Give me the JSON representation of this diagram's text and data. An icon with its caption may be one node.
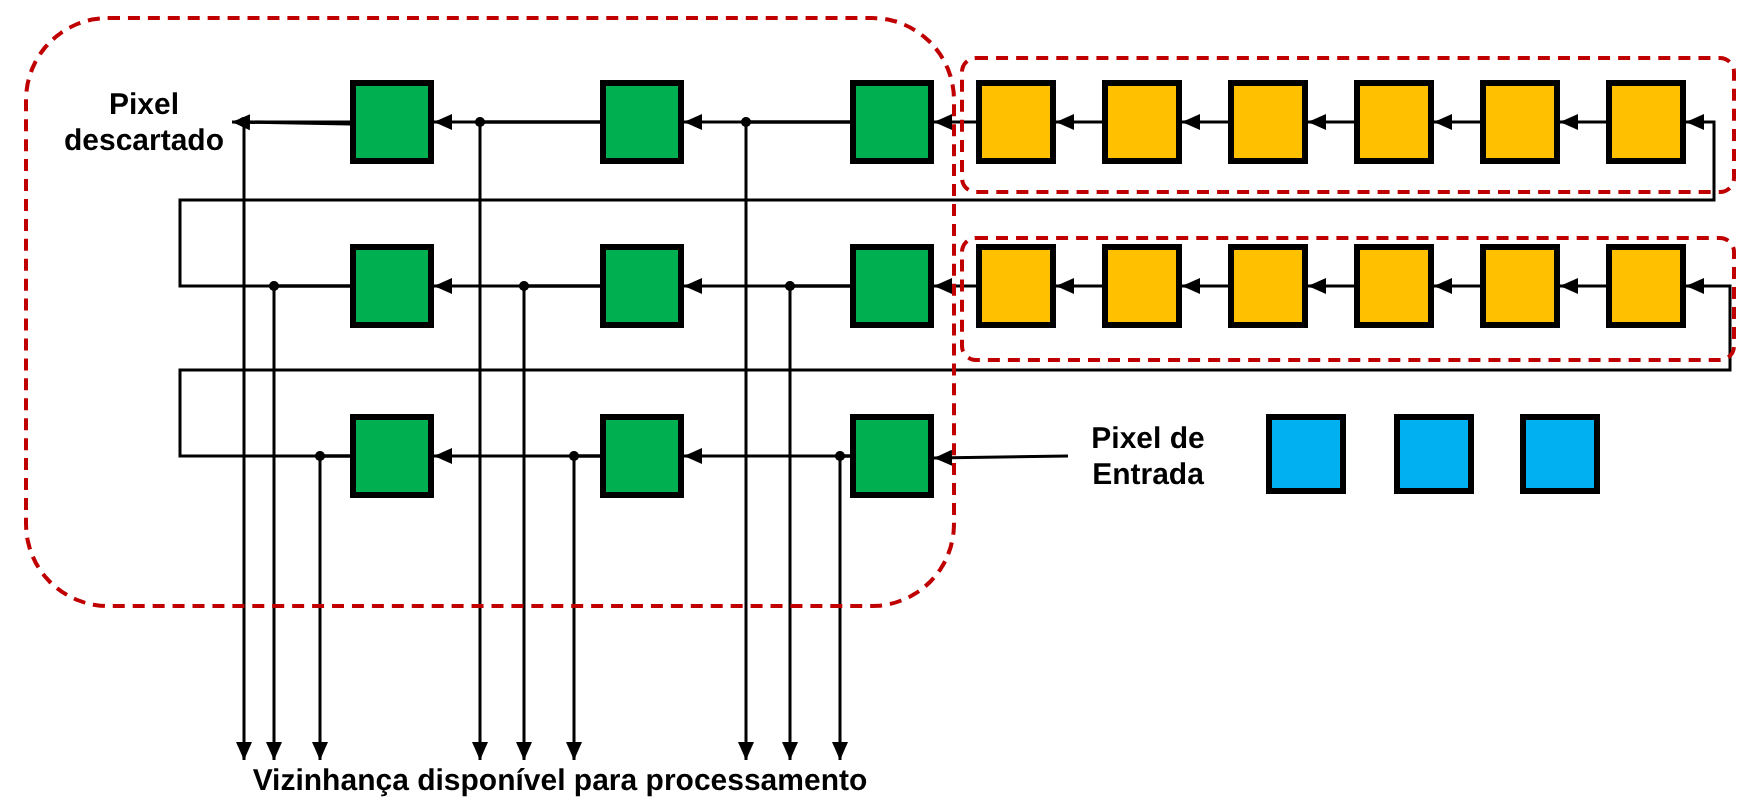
{
  "diagram": {
    "nodes": [
      {
        "text": [],
        "shape": "box"
      },
      {
        "text": [
          "Pixel descartado"
        ],
        "in": 0
      },
      {
        "text": [],
        "shape": "box",
        "in": 0
      },
      {
        "text": [],
        "shape": "box",
        "in": 0
      },
      {
        "text": [],
        "shape": "box",
        "in": 0
      },
      {
        "text": [],
        "shape": "box"
      },
      {
        "text": [],
        "shape": "box",
        "in": 5
      },
      {
        "text": [],
        "shape": "box",
        "in": 5
      },
      {
        "text": [],
        "shape": "box",
        "in": 5
      },
      {
        "text": [],
        "shape": "box",
        "in": 5
      },
      {
        "text": [],
        "shape": "box",
        "in": 5
      },
      {
        "text": [],
        "shape": "box",
        "in": 5
      },
      {
        "text": [],
        "shape": "box",
        "in": 0
      },
      {
        "text": [],
        "shape": "box",
        "in": 0
      },
      {
        "text": [],
        "shape": "box",
        "in": 0
      },
      {
        "text": [],
        "shape": "box"
      },
      {
        "text": [],
        "shape": "box",
        "in": 15
      },
      {
        "text": [],
        "shape": "box",
        "in": 15
      },
      {
        "text": [],
        "shape": "box",
        "in": 15
      },
      {
        "text": [],
        "shape": "box",
        "in": 15
      },
      {
        "text": [],
        "shape": "box",
        "in": 15
      },
      {
        "text": [],
        "shape": "box",
        "in": 15
      },
      {
        "text": [],
        "shape": "box",
        "in": 0
      },
      {
        "text": [],
        "shape": "box",
        "in": 0
      },
      {
        "text": [],
        "shape": "box",
        "in": 0
      },
      {
        "text": [
          "Pixel de Entrada"
        ]
      },
      {
        "text": [],
        "shape": "box"
      },
      {
        "text": [],
        "shape": "box"
      },
      {
        "text": [],
        "shape": "box"
      },
      {
        "text": [
          "Vizinhança disponível para processamento"
        ]
      }
    ],
    "edges": [
      {
        "from": 25,
        "to": 24,
        "arrow": "to"
      },
      {
        "from": 24,
        "to": 23,
        "arrow": "to"
      },
      {
        "from": 23,
        "to": 22,
        "arrow": "to"
      },
      {
        "from": 22,
        "to": 21,
        "arrow": "to"
      },
      {
        "from": 21,
        "to": 20,
        "arrow": "to"
      },
      {
        "from": 20,
        "to": 19,
        "arrow": "to"
      },
      {
        "from": 19,
        "to": 18,
        "arrow": "to"
      },
      {
        "from": 18,
        "to": 17,
        "arrow": "to"
      },
      {
        "from": 17,
        "to": 16,
        "arrow": "to"
      },
      {
        "from": 16,
        "to": 14,
        "arrow": "to"
      },
      {
        "from": 14,
        "to": 13,
        "arrow": "to"
      },
      {
        "from": 13,
        "to": 12,
        "arrow": "to"
      },
      {
        "from": 12,
        "to": 11,
        "arrow": "to"
      },
      {
        "from": 11,
        "to": 10,
        "arrow": "to"
      },
      {
        "from": 10,
        "to": 9,
        "arrow": "to"
      },
      {
        "from": 9,
        "to": 8,
        "arrow": "to"
      },
      {
        "from": 8,
        "to": 7,
        "arrow": "to"
      },
      {
        "from": 7,
        "to": 6,
        "arrow": "to"
      },
      {
        "from": 6,
        "to": 4,
        "arrow": "to"
      },
      {
        "from": 4,
        "to": 3,
        "arrow": "to"
      },
      {
        "from": 3,
        "to": 2,
        "arrow": "to"
      },
      {
        "from": 2,
        "to": 1,
        "arrow": "to"
      },
      {
        "from": 2,
        "to": 29,
        "arrow": "to"
      },
      {
        "from": 12,
        "to": 29,
        "arrow": "to"
      },
      {
        "from": 22,
        "to": 29,
        "arrow": "to"
      },
      {
        "from": 3,
        "to": 29,
        "arrow": "to"
      },
      {
        "from": 13,
        "to": 29,
        "arrow": "to"
      },
      {
        "from": 23,
        "to": 29,
        "arrow": "to"
      },
      {
        "from": 4,
        "to": 29,
        "arrow": "to"
      },
      {
        "from": 14,
        "to": 29,
        "arrow": "to"
      },
      {
        "from": 24,
        "to": 29,
        "arrow": "to"
      }
    ]
  }
}
